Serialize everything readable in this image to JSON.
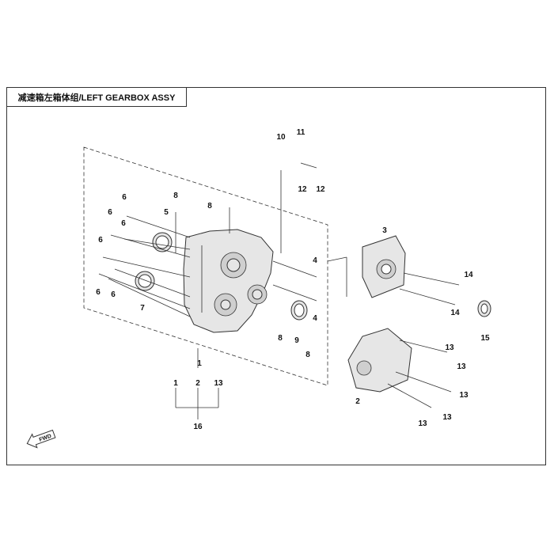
{
  "title": "减速箱左箱体组/LEFT GEARBOX ASSY",
  "parts": {
    "p1": "1",
    "p2": "2",
    "p3": "3",
    "p4": "4",
    "p5": "5",
    "p6": "6",
    "p7": "7",
    "p8": "8",
    "p9": "9",
    "p10": "10",
    "p11": "11",
    "p12": "12",
    "p13": "13",
    "p14": "14",
    "p15": "15",
    "p16": "16"
  },
  "fwd_label": "FWD"
}
